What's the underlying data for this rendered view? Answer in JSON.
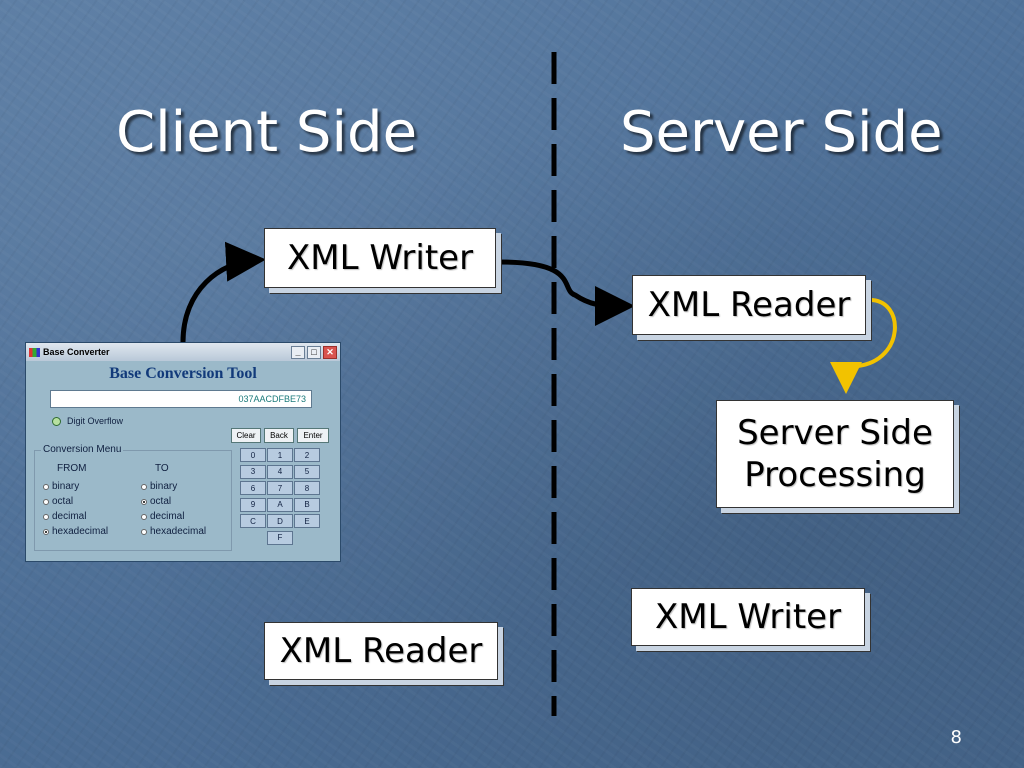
{
  "headings": {
    "client": "Client Side",
    "server": "Server Side"
  },
  "boxes": {
    "client_writer": "XML Writer",
    "server_reader": "XML Reader",
    "processing": "Server Side\nProcessing",
    "server_writer": "XML Writer",
    "client_reader": "XML Reader"
  },
  "colors": {
    "arrow_main": "#000000",
    "arrow_server": "#f2c200",
    "divider": "#000000"
  },
  "page_number": "8",
  "app": {
    "window_title": "Base Converter",
    "heading": "Base Conversion Tool",
    "display_value": "037AACDFBE73",
    "overflow_label": "Digit Overflow",
    "buttons": {
      "clear": "Clear",
      "back": "Back",
      "enter": "Enter"
    },
    "menu_title": "Conversion Menu",
    "from_label": "FROM",
    "to_label": "TO",
    "from_options": [
      "binary",
      "octal",
      "decimal",
      "hexadecimal"
    ],
    "to_options": [
      "binary",
      "octal",
      "decimal",
      "hexadecimal"
    ],
    "from_selected": "hexadecimal",
    "to_selected": "octal",
    "keys": [
      "0",
      "1",
      "2",
      "3",
      "4",
      "5",
      "6",
      "7",
      "8",
      "9",
      "A",
      "B",
      "C",
      "D",
      "E",
      "F"
    ]
  }
}
